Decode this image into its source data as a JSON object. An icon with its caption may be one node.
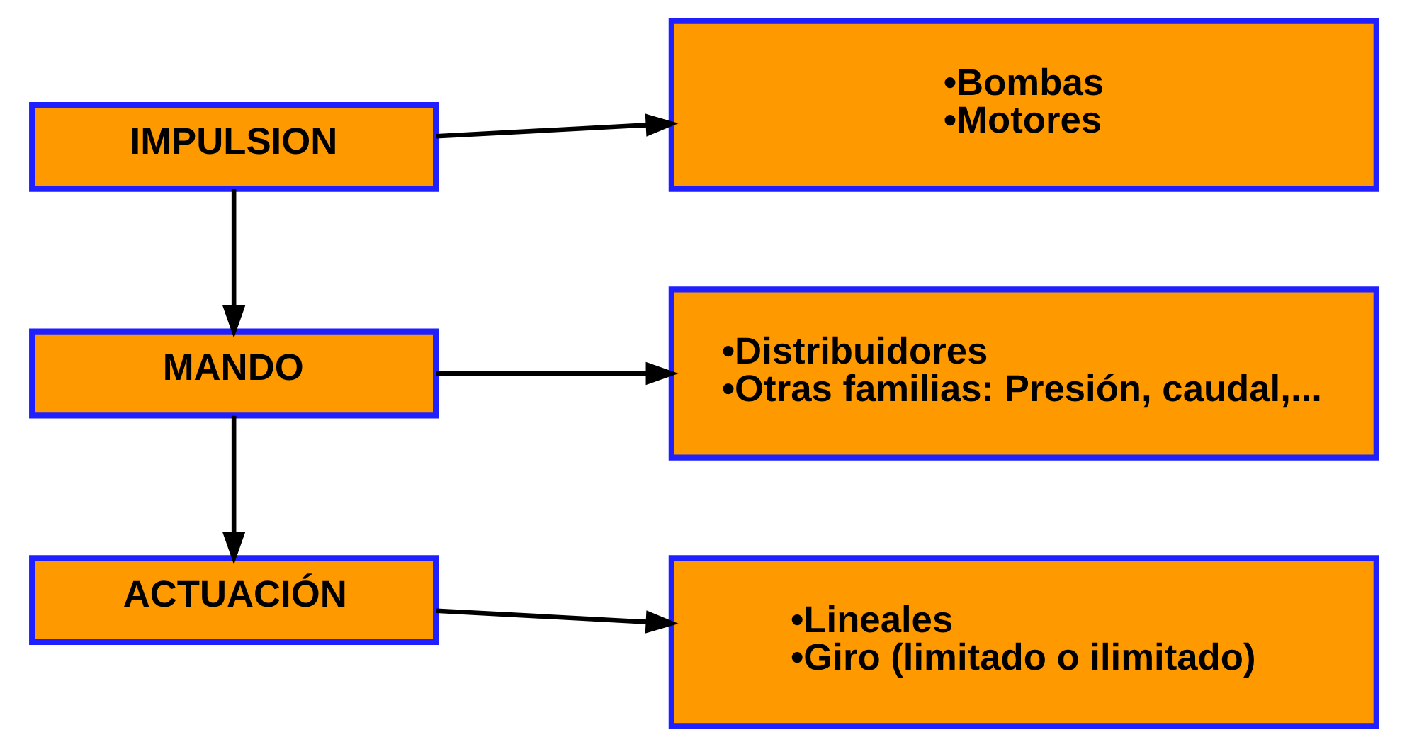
{
  "diagram": {
    "nodes": [
      {
        "text": [
          "ACTUACIÓN"
        ]
      },
      {
        "text": [
          "•Lineales",
          "•Giro (limitado o ilimitado)"
        ]
      },
      {
        "text": [
          "MANDO"
        ]
      },
      {
        "text": [
          "•Distribuidores",
          "•Otras familias: Presión, caudal,..."
        ]
      },
      {
        "text": [
          "IMPULSION"
        ]
      },
      {
        "text": [
          "•Bombas",
          "•Motores"
        ]
      }
    ],
    "edges": [
      {
        "from": 0,
        "to": 1,
        "arrow": "to"
      },
      {
        "from": 2,
        "to": 3,
        "arrow": "to"
      },
      {
        "from": 4,
        "to": 5,
        "arrow": "to"
      },
      {
        "from": 2,
        "to": 0,
        "arrow": "to"
      },
      {
        "from": 4,
        "to": 2,
        "arrow": "to"
      }
    ]
  }
}
